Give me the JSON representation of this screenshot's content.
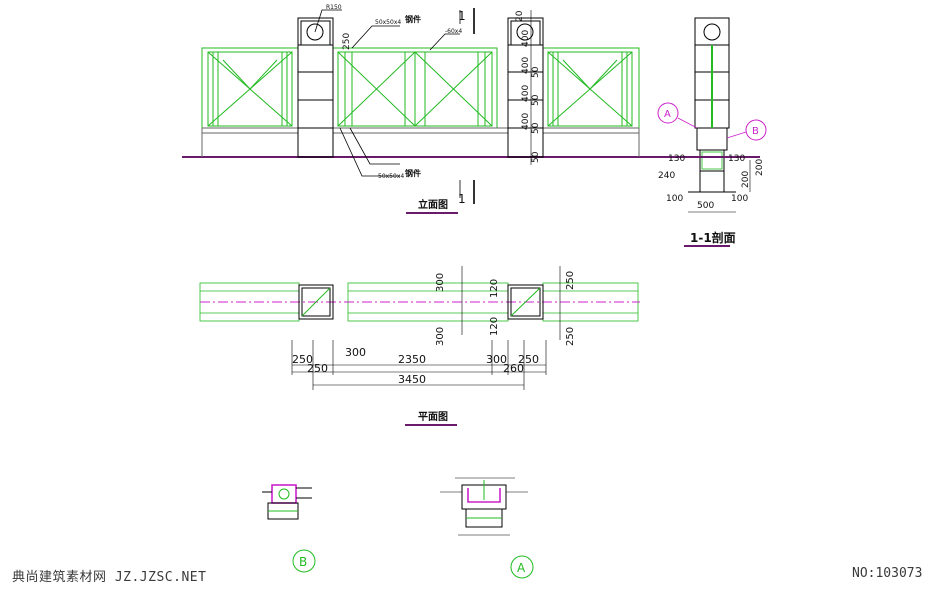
{
  "colors": {
    "lines": "#22bb22",
    "pier": "#000000",
    "ground": "#6a1a6a",
    "dim_text": "#111111",
    "callout": "#cc22cc"
  },
  "elevation": {
    "title": "立面图",
    "section_mark": "1",
    "labels": {
      "cap": "R150",
      "steel_top": "钢件",
      "angle_top": "50x50x4",
      "flat_bar": "-60x4",
      "steel_bottom": "钢件",
      "angle_bottom": "50x50x4",
      "dim_250": "250"
    },
    "pier_dims": [
      "20",
      "400",
      "50",
      "400",
      "50",
      "400",
      "50",
      "400",
      "50"
    ]
  },
  "section": {
    "title": "1-1剖面",
    "callout_a": "A",
    "callout_b": "B",
    "dims": {
      "left_130": "130",
      "right_130": "130",
      "d240": "240",
      "d100_left": "100",
      "d500": "500",
      "d100_right": "100",
      "d200_a": "200",
      "d200_b": "200"
    }
  },
  "plan": {
    "title": "平面图",
    "dims_right": [
      "300",
      "120",
      "120",
      "300"
    ],
    "dims_far_right": [
      "250",
      "250"
    ],
    "row1": [
      "250",
      "300",
      "2350",
      "300",
      "250"
    ],
    "row2": [
      "250",
      "260"
    ],
    "total": "3450"
  },
  "details": {
    "label_b": "B",
    "label_a": "A"
  },
  "watermark": {
    "left": "典尚建筑素材网 JZ.JZSC.NET",
    "right": "NO:103073"
  }
}
